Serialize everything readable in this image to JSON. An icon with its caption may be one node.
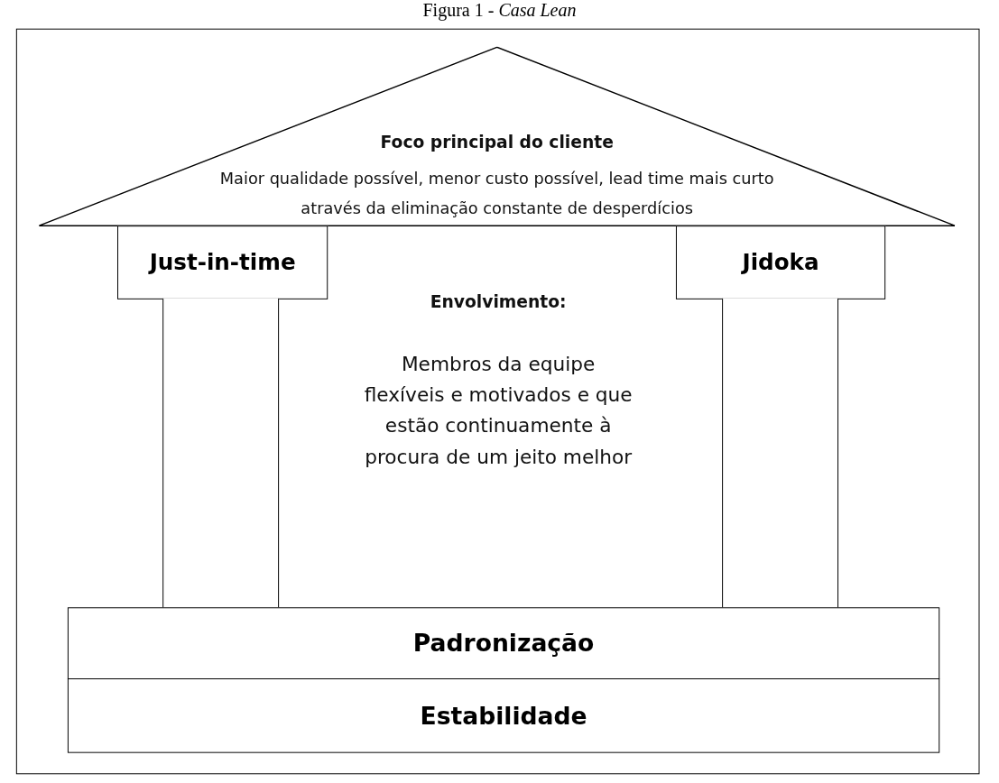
{
  "diagram": {
    "title": "Figura 1 - *Casa Lean*",
    "nodes": [
      {
        "text": [
          "Foco principal do cliente",
          "Maior qualidade possível, menor custo possível, lead time mais curto através da eliminação constante de desperdícios"
        ]
      },
      {
        "text": [
          "Just-in-time"
        ]
      },
      {
        "text": [
          "Jidoka"
        ]
      },
      {
        "text": [],
        "shape": "box"
      },
      {
        "text": [],
        "shape": "box"
      },
      {
        "text": [
          "Padronização"
        ]
      },
      {
        "text": [
          "Estabilidade"
        ]
      }
    ],
    "labels": [
      "Envolvimento:",
      "Membros da equipe flexíveis e motivados e que estão continuamente à procura de um jeito melhor"
    ]
  }
}
